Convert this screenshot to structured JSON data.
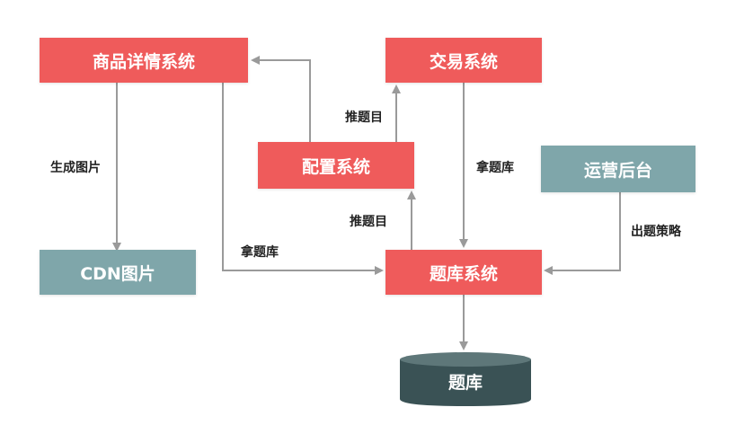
{
  "colors": {
    "system_box": "#ef5b5b",
    "ops_box": "#7fa6aa",
    "database": "#3a5255",
    "database_top": "#5e7779",
    "arrow": "#9a9a9a"
  },
  "nodes": {
    "product_detail": "商品详情系统",
    "trading": "交易系统",
    "config": "配置系统",
    "ops_backend": "运营后台",
    "cdn_image": "CDN图片",
    "question_bank_system": "题库系统",
    "question_bank_db": "题库"
  },
  "edges": {
    "generate_image": "生成图片",
    "fetch_questions_left": "拿题库",
    "push_questions_top": "推题目",
    "push_questions_bottom": "推题目",
    "fetch_questions_right": "拿题库",
    "question_strategy": "出题策略"
  }
}
